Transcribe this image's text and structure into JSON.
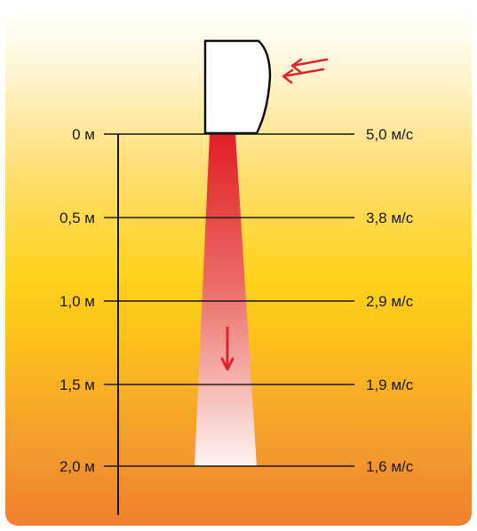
{
  "diagram": {
    "heights": [
      {
        "label": "0 м",
        "speed": "5,0 м/с"
      },
      {
        "label": "0,5 м",
        "speed": "3,8 м/с"
      },
      {
        "label": "1,0 м",
        "speed": "2,9 м/с"
      },
      {
        "label": "1,5 м",
        "speed": "1,9 м/с"
      },
      {
        "label": "2,0 м",
        "speed": "1,6 м/с"
      }
    ],
    "colors": {
      "airflow_top": "#e11e26",
      "airflow_bottom": "#fdf3f0",
      "arrow": "#e2232a",
      "line": "#1a1a1a"
    }
  }
}
